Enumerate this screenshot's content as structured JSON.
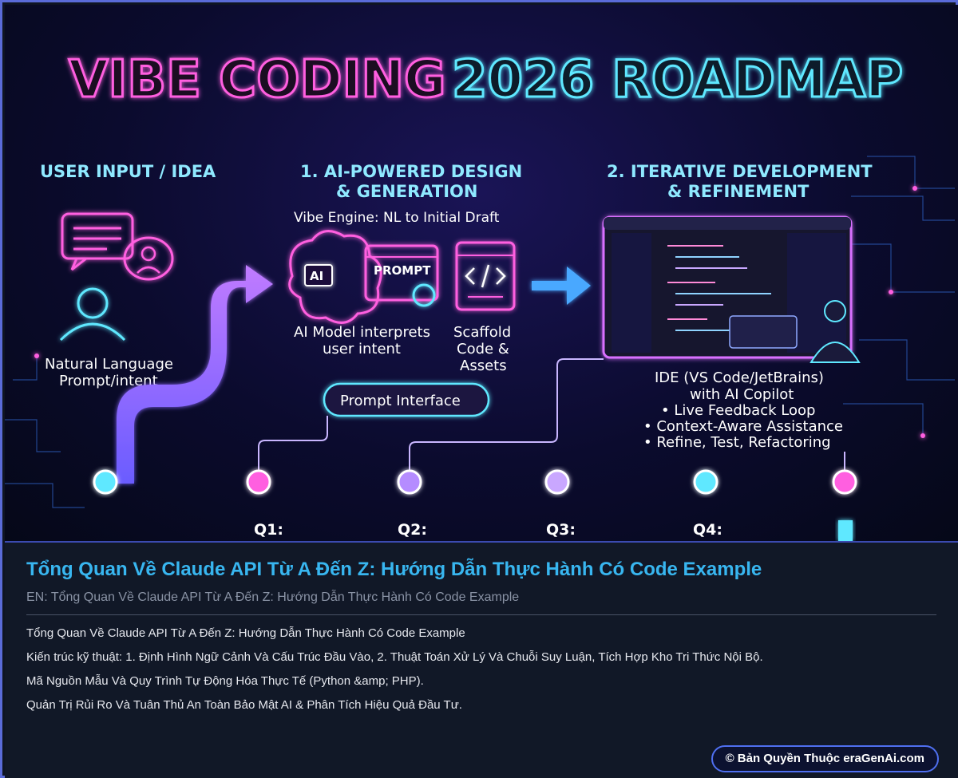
{
  "hero": {
    "title_a": "VIBE CODING",
    "title_b": "2026 ROADMAP",
    "section_input": "USER INPUT / IDEA",
    "section_1_line1": "1. AI-POWERED DESIGN",
    "section_1_line2": "& GENERATION",
    "section_1_sub": "Vibe Engine: NL to Initial Draft",
    "section_2_line1": "2. ITERATIVE DEVELOPMENT",
    "section_2_line2": "& REFINEMENT",
    "input_caption_1": "Natural Language",
    "input_caption_2": "Prompt/intent",
    "ai_chip": "AI",
    "prompt_chip": "PROMPT",
    "ai_caption_1": "AI Model interprets",
    "ai_caption_2": "user intent",
    "scaffold_1": "Scaffold",
    "scaffold_2": "Code &",
    "scaffold_3": "Assets",
    "prompt_interface": "Prompt Interface",
    "ide_1": "IDE (VS Code/JetBrains)",
    "ide_2": "with AI Copilot",
    "ide_3": "• Live Feedback Loop",
    "ide_4": "• Context-Aware Assistance",
    "ide_5": "• Refine, Test, Refactoring",
    "q1": "Q1:",
    "q2": "Q2:",
    "q3": "Q3:",
    "q4": "Q4:",
    "colors": {
      "pink": "#ff5fe0",
      "cyan": "#5fe8ff",
      "violet": "#b58cff"
    }
  },
  "article": {
    "title": "Tổng Quan Về Claude API Từ A Đến Z: Hướng Dẫn Thực Hành Có Code Example",
    "subtitle": "EN: Tổng Quan Về Claude API Từ A Đến Z: Hướng Dẫn Thực Hành Có Code Example",
    "lines": [
      "Tổng Quan Về Claude API Từ A Đến Z: Hướng Dẫn Thực Hành Có Code Example",
      "Kiến trúc kỹ thuật: 1. Định Hình Ngữ Cảnh Và Cấu Trúc Đầu Vào, 2. Thuật Toán Xử Lý Và Chuỗi Suy Luận, Tích Hợp Kho Tri Thức Nội Bộ.",
      "Mã Nguồn Mẫu Và Quy Trình Tự Động Hóa Thực Tế (Python &amp; PHP).",
      "Quản Trị Rủi Ro Và Tuân Thủ An Toàn Bảo Mật AI & Phân Tích Hiệu Quả Đầu Tư."
    ],
    "copyright": "© Bản Quyền Thuộc eraGenAi.com"
  }
}
